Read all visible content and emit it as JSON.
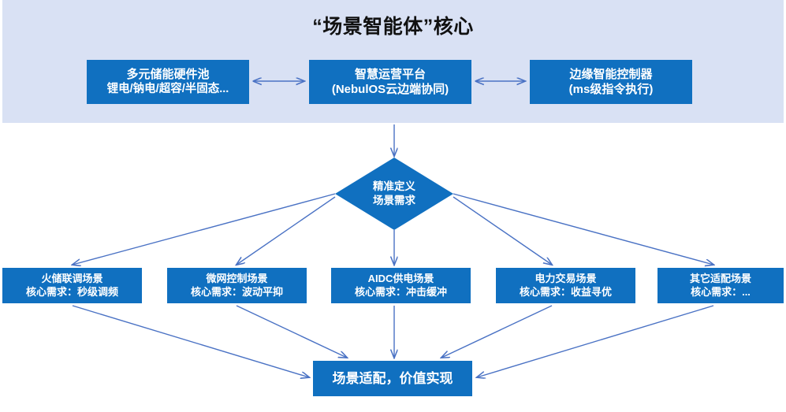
{
  "header": {
    "title": "“场景智能体”核心",
    "band_color": "#d9e1f4"
  },
  "theme": {
    "box_fill": "#1070c0",
    "box_text": "#ffffff",
    "connector": "#4a72c4",
    "title_text": "#111111",
    "page_background": "#ffffff"
  },
  "core_layer": {
    "boxes": [
      {
        "line1": "多元储能硬件池",
        "line2": "锂电/钠电/超容/半固态..."
      },
      {
        "line1": "智慧运营平台",
        "line2": "(NebulOS云边端协同)"
      },
      {
        "line1": "边缘智能控制器",
        "line2": "(ms级指令执行)"
      }
    ],
    "connectors": [
      {
        "from": "多元储能硬件池",
        "to": "智慧运营平台",
        "type": "double-arrow"
      },
      {
        "from": "智慧运营平台",
        "to": "边缘智能控制器",
        "type": "double-arrow"
      }
    ]
  },
  "decision": {
    "line1": "精准定义",
    "line2": "场景需求",
    "shape": "diamond"
  },
  "scenarios": [
    {
      "title": "火储联调场景",
      "need": "核心需求：秒级调频"
    },
    {
      "title": "微网控制场景",
      "need": "核心需求：波动平抑"
    },
    {
      "title": "AIDC供电场景",
      "need": "核心需求：冲击缓冲"
    },
    {
      "title": "电力交易场景",
      "need": "核心需求：收益寻优"
    },
    {
      "title": "其它适配场景",
      "need": "核心需求：..."
    }
  ],
  "outcome": {
    "label": "场景适配，价值实现"
  }
}
